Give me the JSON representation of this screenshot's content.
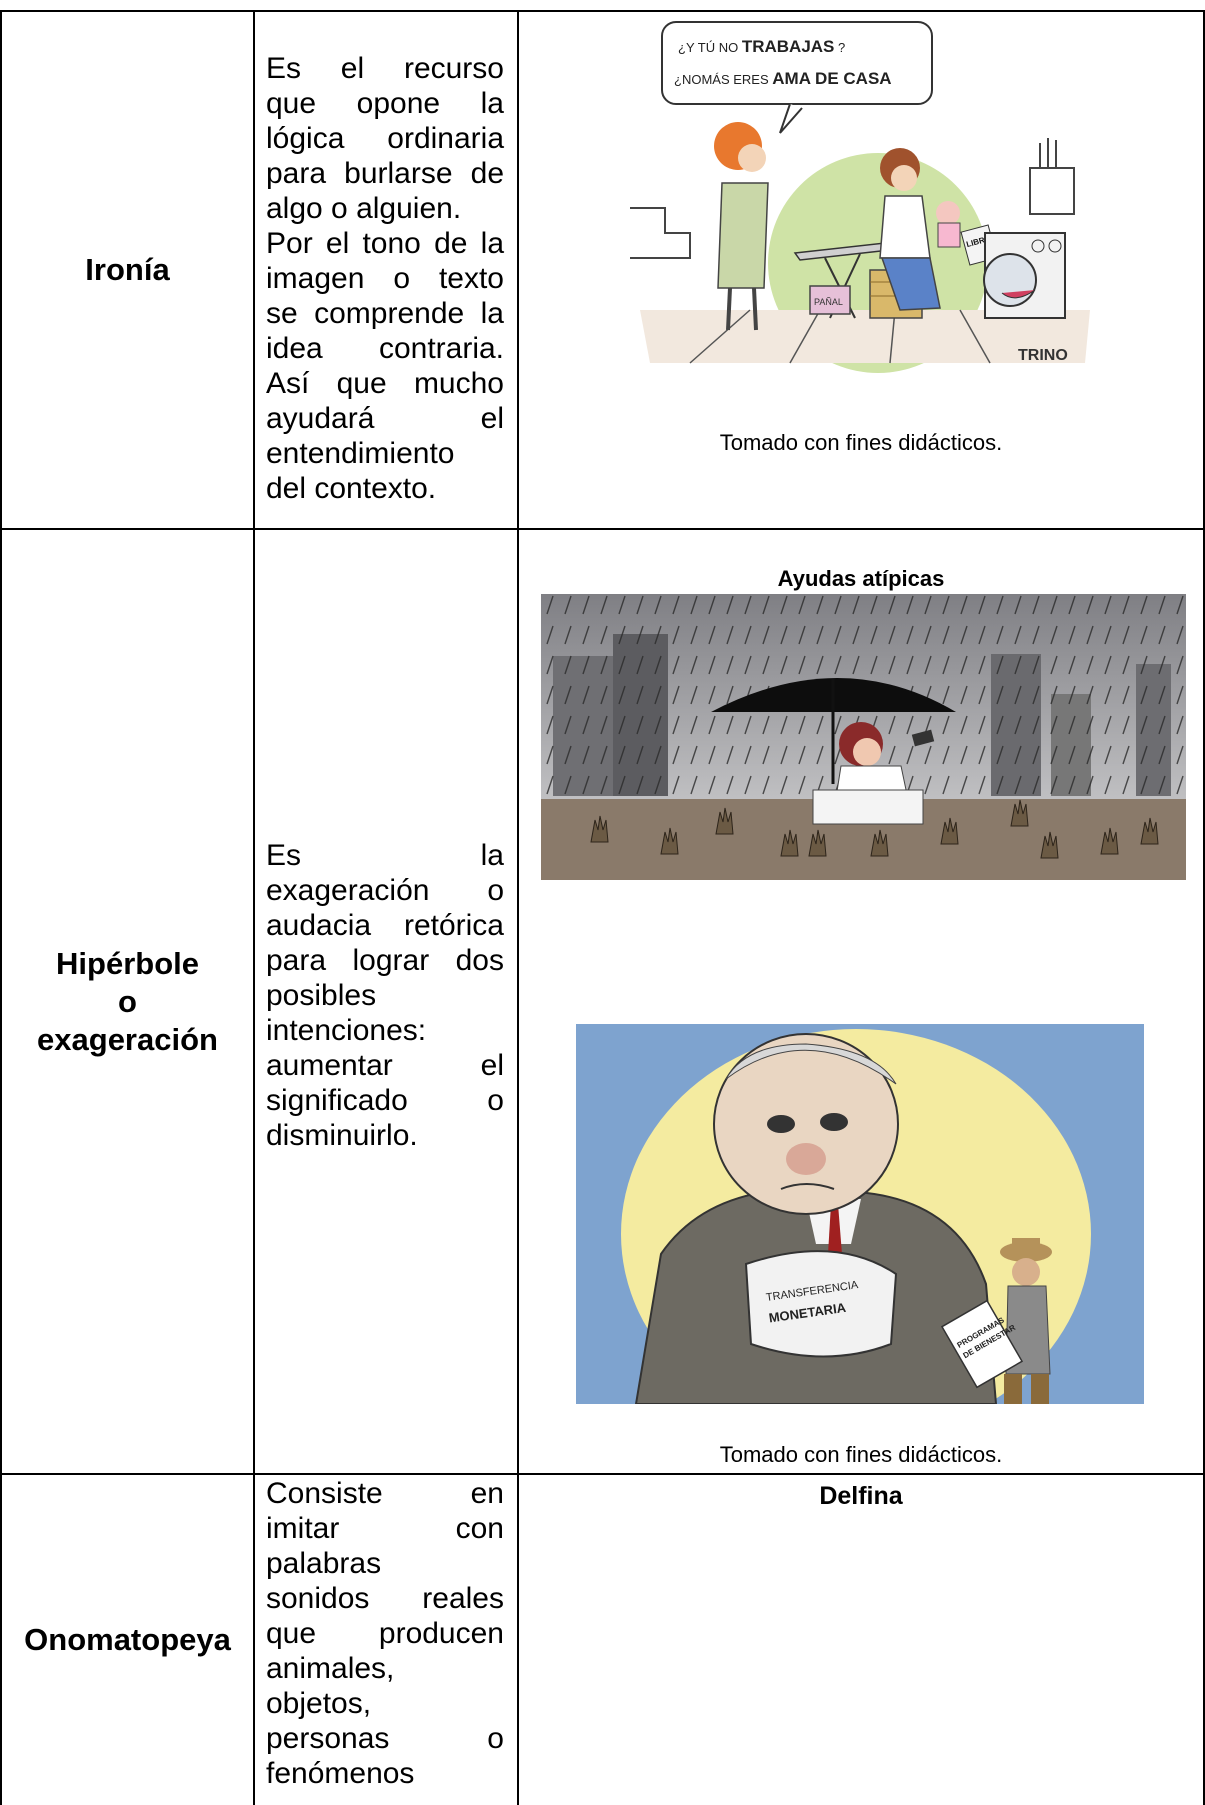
{
  "rows": [
    {
      "term_lines": [
        "Ironía"
      ],
      "description_lines": [
        "Es el recurso",
        "que opone la",
        "lógica ordinaria",
        "para burlarse de",
        "algo o alguien.",
        "Por el tono de la",
        "imagen o texto",
        "se comprende la",
        "idea contraria.",
        "Así que mucho",
        "ayudará el",
        "entendimiento",
        "del contexto."
      ],
      "cartoon": {
        "speech_line1_prefix": "¿Y TÚ NO",
        "speech_line1_bold": "TRABAJAS",
        "speech_line1_suffix": "?",
        "speech_line2_prefix": "¿NOMÁS ERES",
        "speech_line2_bold": "AMA DE CASA",
        "signature": "TRINO",
        "book_label": "LIBRO",
        "bag_label": "PAÑAL"
      },
      "caption": "Tomado con fines didácticos."
    },
    {
      "term_lines": [
        "Hipérbole",
        "o",
        "exageración"
      ],
      "description_lines": [
        "Es la",
        "exageración o",
        "audacia retórica",
        "para lograr dos",
        "posibles",
        "intenciones:",
        "aumentar el",
        "significado o",
        "disminuirlo."
      ],
      "cartoon_rain": {
        "title": "Ayudas atípicas"
      },
      "cartoon_big": {
        "bag_line1": "TRANSFERENCIA",
        "bag_line2": "MONETARIA",
        "sign_line1": "PROGRAMAS",
        "sign_line2": "DE BIENESTAR"
      },
      "caption": "Tomado con fines didácticos."
    },
    {
      "term_lines": [
        "Onomatopeya"
      ],
      "description_lines": [
        "Consiste en",
        "imitar con",
        "palabras",
        "sonidos reales",
        "que producen",
        "animales,",
        "objetos,",
        "personas o",
        "fenómenos"
      ],
      "image_title": "Delfina"
    }
  ],
  "colors": {
    "sky_blue": "#7ea3cf",
    "spotlight_yellow": "#f4eba0",
    "rain_gray": "#8f8f93",
    "ground_brown": "#8a7a6a",
    "dress_green": "#c9d7a8",
    "hair_orange": "#e8782e",
    "suit_gray": "#6d6a62",
    "wall_green": "#cfe3a6"
  }
}
